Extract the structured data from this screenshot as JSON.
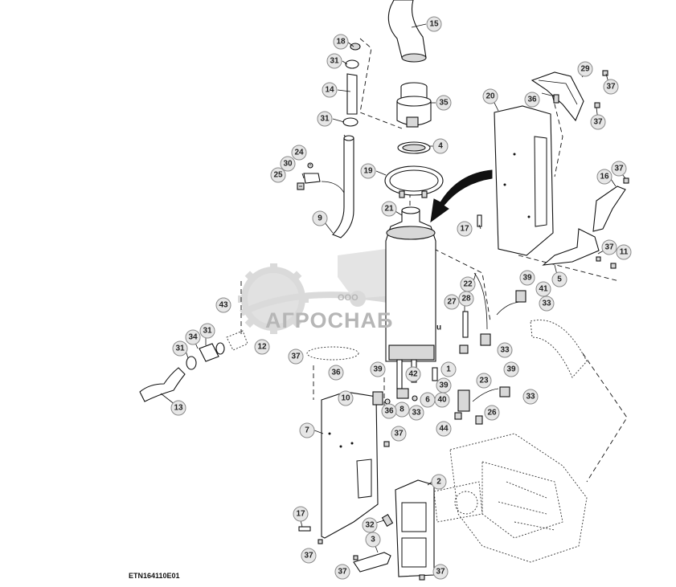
{
  "figure_code": "ETN164110E01",
  "watermark": {
    "company_prefix": "ООО",
    "company_name": "АГРОСНАБ"
  },
  "callouts": [
    "15",
    "18",
    "31",
    "14",
    "35",
    "31",
    "4",
    "24",
    "30",
    "25",
    "19",
    "9",
    "21",
    "29",
    "37",
    "36",
    "20",
    "37",
    "16",
    "37",
    "17",
    "37",
    "11",
    "5",
    "22",
    "28",
    "27",
    "39",
    "41",
    "33",
    "43",
    "34",
    "31",
    "31",
    "12",
    "37",
    "13",
    "36",
    "39",
    "42",
    "1",
    "10",
    "8",
    "6",
    "33",
    "36",
    "39",
    "23",
    "39",
    "40",
    "33",
    "26",
    "44",
    "7",
    "37",
    "2",
    "17",
    "32",
    "37",
    "3",
    "37",
    "37",
    "33",
    "u"
  ]
}
